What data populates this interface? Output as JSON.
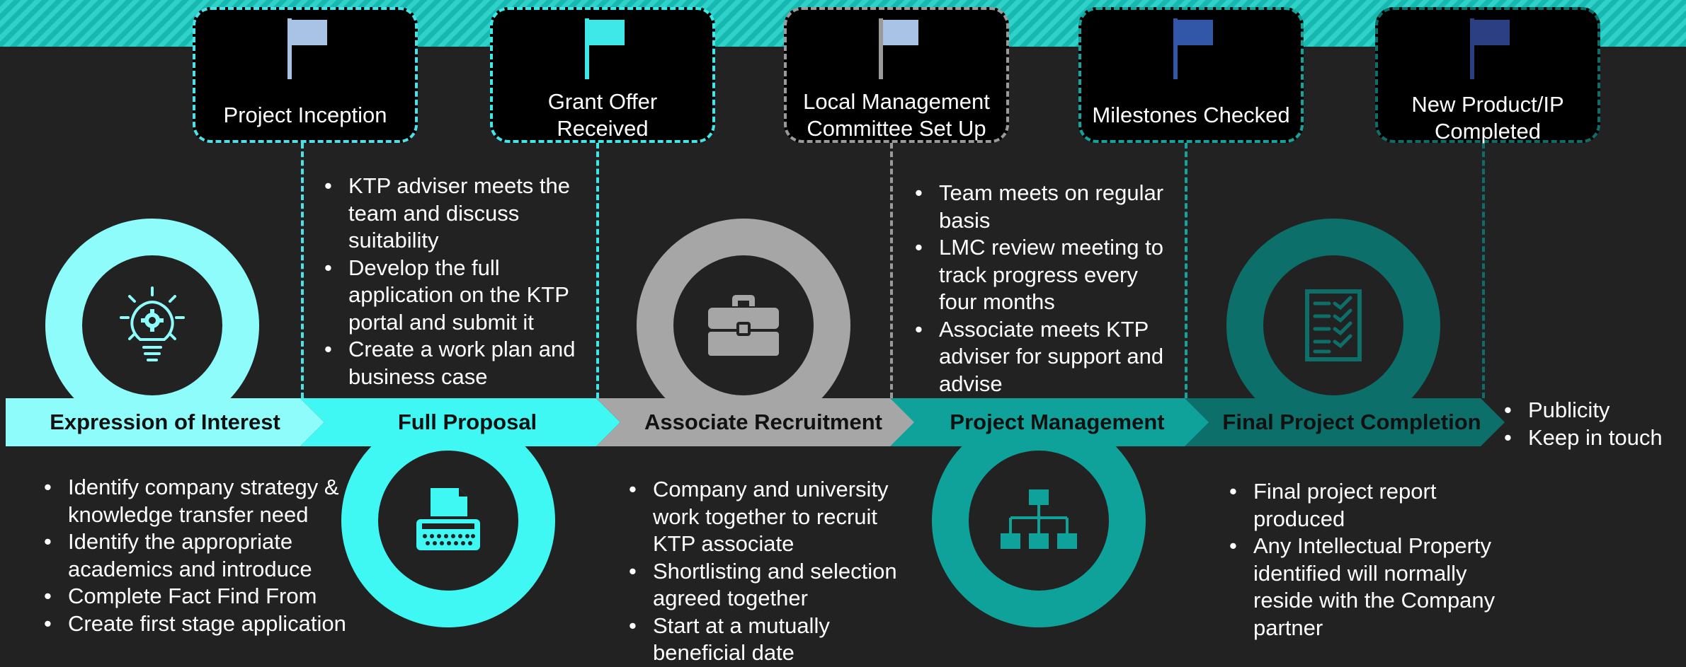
{
  "milestones": [
    {
      "label": "Project Inception",
      "color": "#4de0e6",
      "flag_color": "#a9c3e6"
    },
    {
      "label": "Grant Offer\nReceived",
      "color": "#3ee8e8",
      "flag_color": "#3ee8e8"
    },
    {
      "label": "Local Management\nCommittee Set Up",
      "color": "#9a9a9a",
      "flag_color": "#a9c3e6"
    },
    {
      "label": "Milestones Checked",
      "color": "#14a49c",
      "flag_color": "#3257a8"
    },
    {
      "label": "New Product/IP\nCompleted",
      "color": "#0e6d68",
      "flag_color": "#2b3f82"
    }
  ],
  "stages": [
    {
      "label": "Expression of Interest",
      "color": "#8ffcfc",
      "icon": "lightbulb-gear-icon"
    },
    {
      "label": "Full Proposal",
      "color": "#3ff8f4",
      "icon": "typewriter-icon"
    },
    {
      "label": "Associate Recruitment",
      "color": "#a6a6a6",
      "icon": "briefcase-icon"
    },
    {
      "label": "Project Management",
      "color": "#0fa29a",
      "icon": "org-chart-icon"
    },
    {
      "label": "Final Project Completion",
      "color": "#0c6f6a",
      "icon": "checklist-icon"
    }
  ],
  "bullets": {
    "expression": [
      "Identify company strategy & knowledge transfer need",
      "Identify the appropriate academics and introduce",
      "Complete Fact Find From",
      "Create first stage application"
    ],
    "proposal": [
      "KTP adviser meets the team and discuss suitability",
      "Develop the full application on the KTP portal and submit it",
      "Create a work plan and business case"
    ],
    "recruitment": [
      "Company and university work together to recruit KTP associate",
      "Shortlisting and selection agreed together",
      "Start at a mutually beneficial date"
    ],
    "management": [
      "Team meets on regular basis",
      "LMC review meeting to track progress every four months",
      "Associate meets KTP adviser for support and advise"
    ],
    "completion": [
      "Final project report produced",
      "Any Intellectual Property identified will normally reside with the Company partner"
    ],
    "after": [
      "Publicity",
      "Keep in touch"
    ]
  },
  "bullet_char": "•"
}
